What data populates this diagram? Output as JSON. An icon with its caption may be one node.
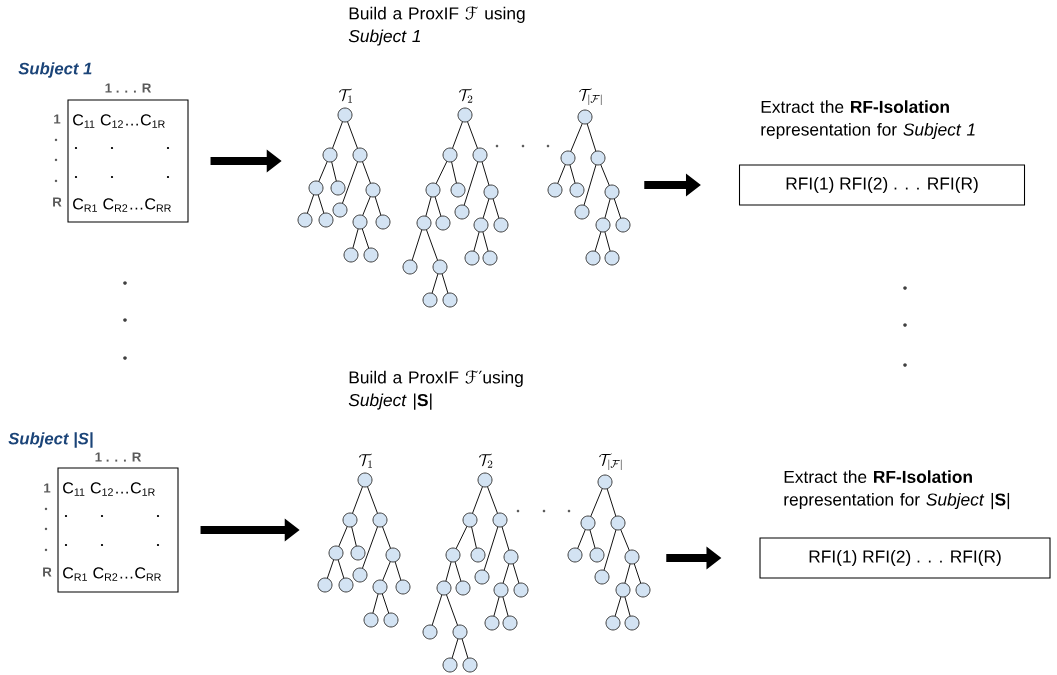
{
  "diagram": {
    "nodes": [
      {
        "text": [
          "Subject 1",
          "C$_{11}$ C$_{12}$…C$_{1R}$",
          "C$_{R1}$ C$_{R2}$…C$_{RR}$"
        ]
      },
      {
        "text": [
          "Build a ProxIF ℱ using *Subject 1*"
        ]
      },
      {
        "text": [
          "RFI(1) RFI(2) . . . RFI(R)"
        ],
        "beside": [
          "Extract the **RF-Isolation** representation for *Subject 1*"
        ]
      },
      {
        "text": [
          "Subject |S|",
          "C$_{11}$ C$_{12}$…C$_{1R}$",
          "C$_{R1}$ C$_{R2}$…C$_{RR}$"
        ]
      },
      {
        "text": [
          "Build a ProxIF ℱ′using *Subject* |**S**|"
        ]
      },
      {
        "text": [
          "RFI(1) RFI(2) . . . RFI(R)"
        ],
        "beside": [
          "Extract the **RF-Isolation** representation for *Subject* |**S**|"
        ]
      }
    ],
    "edges": [
      {
        "from": 0,
        "to": 1,
        "arrow": "to"
      },
      {
        "from": 1,
        "to": 2,
        "arrow": "to"
      },
      {
        "from": 3,
        "to": 4,
        "arrow": "to"
      },
      {
        "from": 4,
        "to": 5,
        "arrow": "to"
      }
    ],
    "labels": [
      "1 . . . R",
      "1",
      "R",
      "\\mathcal{T}_{1}",
      "\\mathcal{T}_{2}",
      "\\mathcal{T}_{|\\mathcal{F}|}",
      "1 . . . R",
      "1",
      "R",
      "\\mathcal{T}_{1}",
      "\\mathcal{T}_{2}",
      "\\mathcal{T}_{|\\mathcal{F}|}"
    ]
  }
}
